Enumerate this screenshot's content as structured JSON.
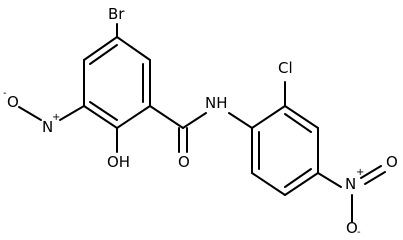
{
  "atoms": {
    "br": "Br",
    "o_minus_left": "O",
    "o_minus_left_charge": "-",
    "n_left": "N",
    "n_left_charge": "+",
    "oh": "OH",
    "o_amide": "O",
    "nh": "NH",
    "cl": "Cl",
    "n_right": "N",
    "n_right_charge": "+",
    "o_minus_right": "O",
    "o_minus_right_charge": "-",
    "o_right_top": "O"
  }
}
